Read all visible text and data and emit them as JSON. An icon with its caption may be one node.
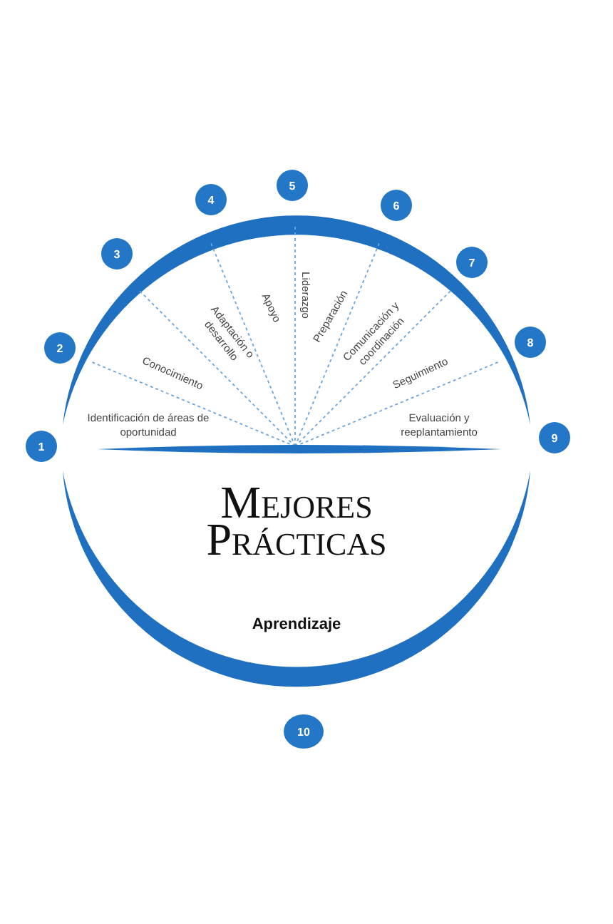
{
  "diagram": {
    "title": "Mejores Prácticas",
    "nodes": [
      {
        "text": [
          "1"
        ]
      },
      {
        "text": [
          "2"
        ]
      },
      {
        "text": [
          "3"
        ]
      },
      {
        "text": [
          "4"
        ]
      },
      {
        "text": [
          "5"
        ]
      },
      {
        "text": [
          "6"
        ]
      },
      {
        "text": [
          "7"
        ]
      },
      {
        "text": [
          "8"
        ]
      },
      {
        "text": [
          "9"
        ]
      },
      {
        "text": [
          "10"
        ]
      }
    ],
    "labels": [
      "Identificación de áreas de oportunidad",
      "Conocimiento",
      "Adaptación o desarrollo",
      "Apoyo",
      "Liderazgo",
      "Preparación",
      "Comunicación y coordinación",
      "Seguimiento",
      "Evaluación y reeplantamiento",
      "Aprendizaje"
    ]
  }
}
